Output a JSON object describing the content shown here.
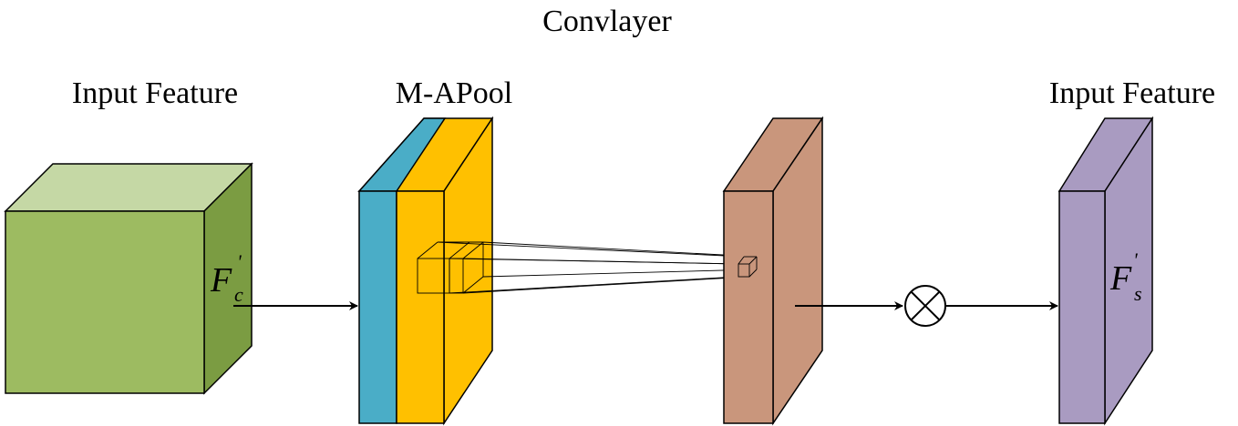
{
  "labels": {
    "conv_title": "Convlayer",
    "input_left": "Input Feature",
    "mapool": "M-APool",
    "input_right": "Input Feature"
  },
  "math": {
    "fc_main": "F",
    "fc_sub": "c",
    "fc_prime": "'",
    "fs_main": "F",
    "fs_sub": "s",
    "fs_prime": "'"
  },
  "operator": {
    "symbol": "multiply-circle-icon"
  },
  "colors": {
    "green_front": "#9dbb61",
    "green_top": "#c5d8a5",
    "green_side": "#7b9c42",
    "blue": "#4aadc7",
    "yellow": "#ffc000",
    "brown": "#c9967c",
    "purple": "#a99bc1"
  }
}
